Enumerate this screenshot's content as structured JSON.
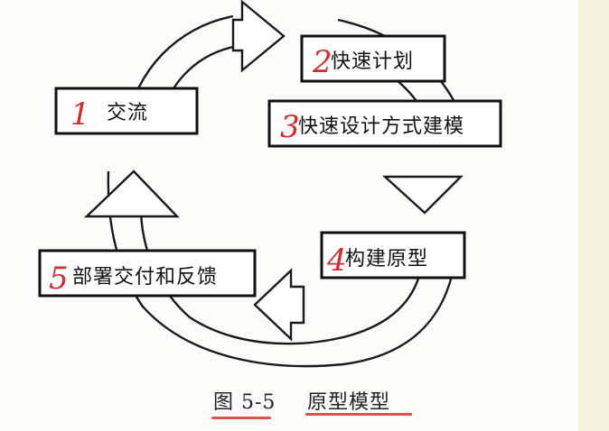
{
  "figure": {
    "steps": [
      {
        "num": "1",
        "label": "交流"
      },
      {
        "num": "2",
        "label": "快速计划"
      },
      {
        "num": "3",
        "label": "快速设计方式建模"
      },
      {
        "num": "4",
        "label": "构建原型"
      },
      {
        "num": "5",
        "label": "部署交付和反馈"
      }
    ],
    "caption": {
      "number": "图 5-5",
      "title": "原型模型"
    }
  },
  "colors": {
    "step_number": "#d42b2b",
    "caption_underline": "#d9534f",
    "outline": "#111111"
  }
}
